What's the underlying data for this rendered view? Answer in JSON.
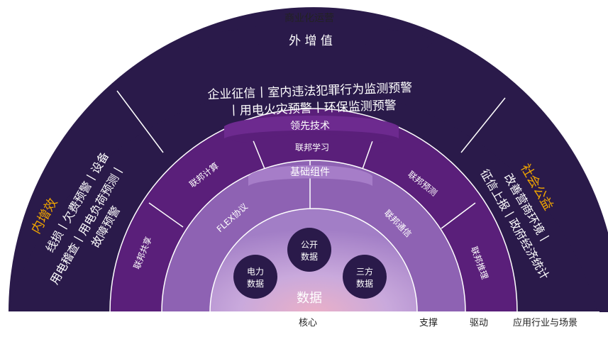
{
  "outer_ring": {
    "banner_top": "商业化运营",
    "banner_title": "外 增 值",
    "top_text_line1": "企业征信丨室内违法犯罪行为监测预警",
    "top_text_line2": "丨用电火灾预警丨环保监测预警",
    "left_title": "内增效",
    "left_line1": "线损丨欠费预警丨设备",
    "left_line2": "用电稽查丨用电负荷预测丨",
    "left_line3": "故障预警",
    "right_title": "社会公益",
    "right_line1": "改善营商环境丨",
    "right_line2": "征信上报丨政府经济统计"
  },
  "middle_ring": {
    "banner": "领先技术",
    "segments": [
      "联邦学习",
      "联邦计算",
      "联邦预测",
      "联邦共享",
      "联邦推理"
    ]
  },
  "inner_ring": {
    "banner": "基础组件",
    "segments": [
      "FLEX协议",
      "联邦通信"
    ]
  },
  "core": {
    "title": "数据",
    "nodes": [
      {
        "line1": "电力",
        "line2": "数据"
      },
      {
        "line1": "公开",
        "line2": "数据"
      },
      {
        "line1": "三方",
        "line2": "数据"
      }
    ]
  },
  "bottom_labels": [
    "核心",
    "支撑",
    "驱动",
    "应用行业与场景"
  ],
  "colors": {
    "outer": "#2a1a4a",
    "middle": "#5a1f7a",
    "inner": "#8e62b3",
    "core": "#c9a9dc",
    "core_glow": "#e8a6c0",
    "accent": "#f0a500",
    "divider": "#ffffff"
  }
}
